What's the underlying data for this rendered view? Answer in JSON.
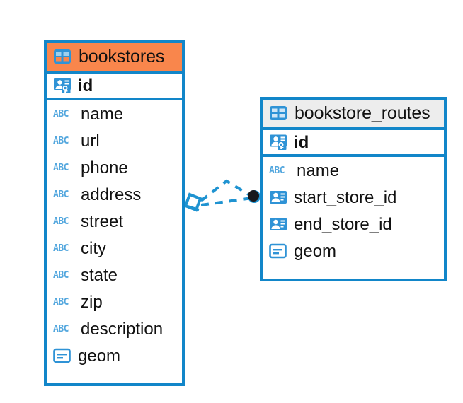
{
  "diagram": {
    "type": "entity-relationship-diagram",
    "background": "#ffffff",
    "accent_color": "#1286c9",
    "highlight_color": "#f9864c",
    "header_gray": "#ededed"
  },
  "entities": [
    {
      "name": "bookstores",
      "header_style": "orange",
      "table_icon": "table-icon",
      "fields": [
        {
          "name": "id",
          "icon": "primary-key-icon",
          "bold": true
        },
        {
          "name": "name",
          "icon": "abc-text-icon",
          "bold": false
        },
        {
          "name": "url",
          "icon": "abc-text-icon",
          "bold": false
        },
        {
          "name": "phone",
          "icon": "abc-text-icon",
          "bold": false
        },
        {
          "name": "address",
          "icon": "abc-text-icon",
          "bold": false
        },
        {
          "name": "street",
          "icon": "abc-text-icon",
          "bold": false
        },
        {
          "name": "city",
          "icon": "abc-text-icon",
          "bold": false
        },
        {
          "name": "state",
          "icon": "abc-text-icon",
          "bold": false
        },
        {
          "name": "zip",
          "icon": "abc-text-icon",
          "bold": false
        },
        {
          "name": "description",
          "icon": "abc-text-icon",
          "bold": false
        },
        {
          "name": "geom",
          "icon": "geometry-icon",
          "bold": false
        }
      ]
    },
    {
      "name": "bookstore_routes",
      "header_style": "gray",
      "table_icon": "table-icon",
      "fields": [
        {
          "name": "id",
          "icon": "primary-key-icon",
          "bold": true
        },
        {
          "name": "name",
          "icon": "abc-text-icon",
          "bold": false
        },
        {
          "name": "start_store_id",
          "icon": "foreign-key-icon",
          "bold": false
        },
        {
          "name": "end_store_id",
          "icon": "foreign-key-icon",
          "bold": false
        },
        {
          "name": "geom",
          "icon": "geometry-icon",
          "bold": false
        }
      ]
    }
  ],
  "relationship": {
    "style": "dashed",
    "color": "#1f93d1",
    "source_marker": "diamond-marker",
    "target_marker": "filled-circle-marker",
    "abc_icon_text": "ABC"
  }
}
